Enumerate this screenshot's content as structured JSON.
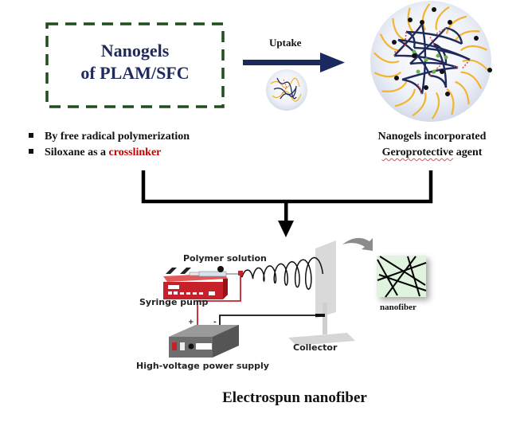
{
  "nanogels_box": {
    "line1": "Nanogels",
    "line2": "of PLAM/SFC"
  },
  "uptake_arrow": {
    "label": "Uptake"
  },
  "bullets": [
    {
      "text": "By free radical polymerization"
    },
    {
      "prefix": "Siloxane as a ",
      "highlight": "crosslinker"
    }
  ],
  "nanogel_label": {
    "line1": "Nanogels incorporated",
    "line2_underlined": "Geroprotective",
    "line2_rest": " agent"
  },
  "electrospinning": {
    "polymer_solution": "Polymer solution",
    "syringe_pump": "Syringe pump",
    "power_supply": "High-voltage power supply",
    "collector": "Collector",
    "nanofiber": "nanofiber",
    "plus_sign": "+",
    "minus_sign": "-"
  },
  "caption": "Electrospun nanofiber",
  "colors": {
    "navy": "#1f2a5c",
    "dash_green": "#1e4d1e",
    "red": "#c00000",
    "gold": "#f2b530",
    "pump_red": "#c8202a",
    "nanofiber_bg": "#dff3df"
  }
}
